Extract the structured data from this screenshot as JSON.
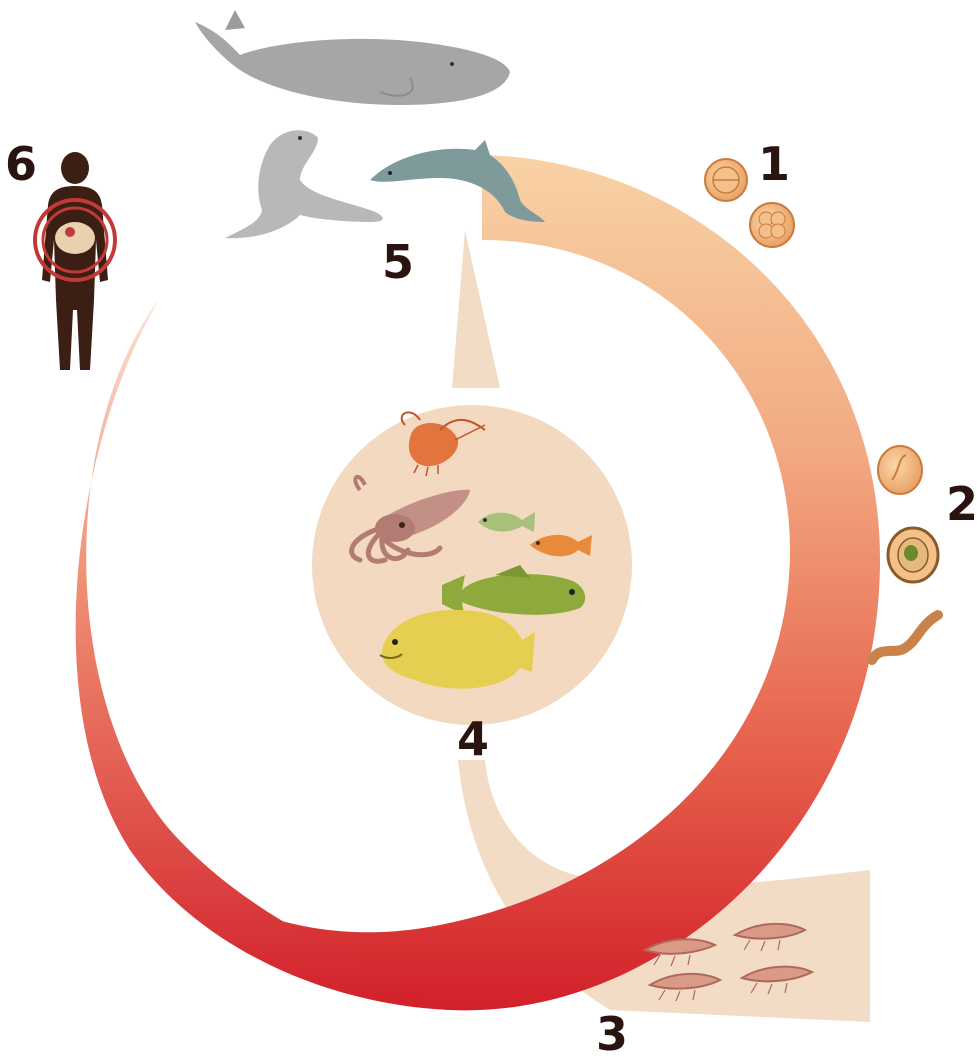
{
  "steps": [
    {
      "id": "step-1",
      "label": "1",
      "icon": "eggs-icon"
    },
    {
      "id": "step-2",
      "label": "2",
      "icon": "larva-icon"
    },
    {
      "id": "step-3",
      "label": "3",
      "icon": "krill-icon"
    },
    {
      "id": "step-4",
      "label": "4",
      "icon": "fish-and-squid-icon"
    },
    {
      "id": "step-5",
      "label": "5",
      "icon": "marine-mammal-icon"
    },
    {
      "id": "step-6",
      "label": "6",
      "icon": "human-icon"
    }
  ],
  "colors": {
    "arc_top": "#f7c99a",
    "arc_mid": "#ef9a74",
    "arc_bottom": "#d8242a",
    "pale": "#f2d9c0",
    "egg": "#f0b37a",
    "egg_stroke": "#c97b3f",
    "label": "#2a1410",
    "human": "#3b1e14",
    "target": "#c23a36",
    "whale": "#9a9c9e",
    "dolphin": "#7e9899",
    "fish_green": "#8fae3a",
    "fish_yellow": "#e7cf52",
    "squid": "#b88a82",
    "shrimp": "#d66a3a"
  }
}
